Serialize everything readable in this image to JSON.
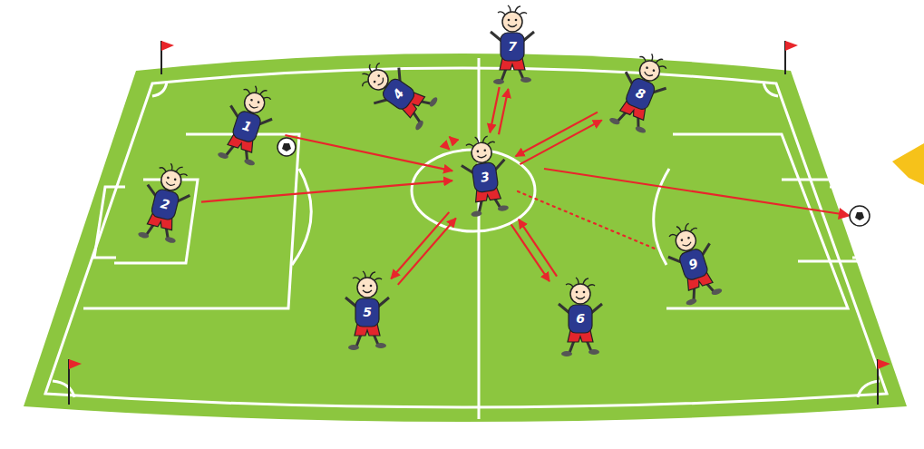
{
  "diagram": {
    "nodes": [
      {
        "text": [
          "1"
        ]
      },
      {
        "text": [
          "2"
        ]
      },
      {
        "text": [
          "3"
        ]
      },
      {
        "text": [
          "4"
        ]
      },
      {
        "text": [
          "5"
        ]
      },
      {
        "text": [
          "6"
        ]
      },
      {
        "text": [
          "7"
        ]
      },
      {
        "text": [
          "8"
        ]
      },
      {
        "text": [
          "9"
        ]
      }
    ],
    "edges": [
      {
        "from": 0,
        "to": 2,
        "arrow": "to"
      },
      {
        "from": 1,
        "to": 2,
        "arrow": "to"
      },
      {
        "from": 3,
        "to": 2,
        "arrow": "to"
      },
      {
        "from": 2,
        "to": 3,
        "arrow": "to"
      },
      {
        "from": 6,
        "to": 2,
        "arrow": "to"
      },
      {
        "from": 2,
        "to": 6,
        "arrow": "to"
      },
      {
        "from": 7,
        "to": 2,
        "arrow": "to"
      },
      {
        "from": 2,
        "to": 7,
        "arrow": "to"
      },
      {
        "from": 4,
        "to": 2,
        "arrow": "to"
      },
      {
        "from": 2,
        "to": 4,
        "arrow": "to"
      },
      {
        "from": 5,
        "to": 2,
        "arrow": "to"
      },
      {
        "from": 2,
        "to": 5,
        "arrow": "to"
      },
      {
        "from": 2,
        "to": 8,
        "arrow": "none"
      }
    ]
  }
}
